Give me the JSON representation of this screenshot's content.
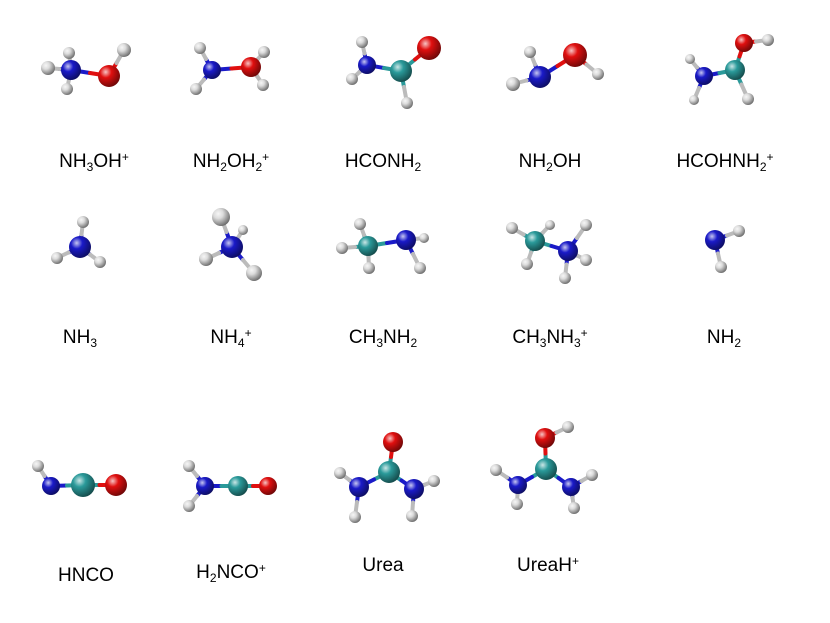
{
  "colors": {
    "H": "#dcdcdc",
    "N": "#1a1ac8",
    "O": "#e00f0f",
    "C": "#2a9a9a"
  },
  "molecules": [
    {
      "id": "nh3oh-plus",
      "label": [
        "NH",
        {
          "sub": "3"
        },
        "OH",
        {
          "sup": "+"
        }
      ]
    },
    {
      "id": "nh2oh2-plus",
      "label": [
        "NH",
        {
          "sub": "2"
        },
        "OH",
        {
          "sub": "2"
        },
        {
          "sup": "+"
        }
      ]
    },
    {
      "id": "hconh2",
      "label": [
        "HCONH",
        {
          "sub": "2"
        }
      ]
    },
    {
      "id": "nh2oh",
      "label": [
        "NH",
        {
          "sub": "2"
        },
        "OH"
      ]
    },
    {
      "id": "hcohnh2-plus",
      "label": [
        "HCOHNH",
        {
          "sub": "2"
        },
        {
          "sup": "+"
        }
      ]
    },
    {
      "id": "nh3",
      "label": [
        "NH",
        {
          "sub": "3"
        }
      ]
    },
    {
      "id": "nh4-plus",
      "label": [
        "NH",
        {
          "sub": "4"
        },
        {
          "sup": "+"
        }
      ]
    },
    {
      "id": "ch3nh2",
      "label": [
        "CH",
        {
          "sub": "3"
        },
        "NH",
        {
          "sub": "2"
        }
      ]
    },
    {
      "id": "ch3nh3-plus",
      "label": [
        "CH",
        {
          "sub": "3"
        },
        "NH",
        {
          "sub": "3"
        },
        {
          "sup": "+"
        }
      ]
    },
    {
      "id": "nh2",
      "label": [
        "NH",
        {
          "sub": "2"
        }
      ]
    },
    {
      "id": "hnco",
      "label": [
        "HNCO"
      ]
    },
    {
      "id": "h2nco-plus",
      "label": [
        "H",
        {
          "sub": "2"
        },
        "NCO",
        {
          "sup": "+"
        }
      ]
    },
    {
      "id": "urea",
      "label": [
        "Urea"
      ]
    },
    {
      "id": "ureah-plus",
      "label": [
        "UreaH",
        {
          "sup": "+"
        }
      ]
    }
  ]
}
